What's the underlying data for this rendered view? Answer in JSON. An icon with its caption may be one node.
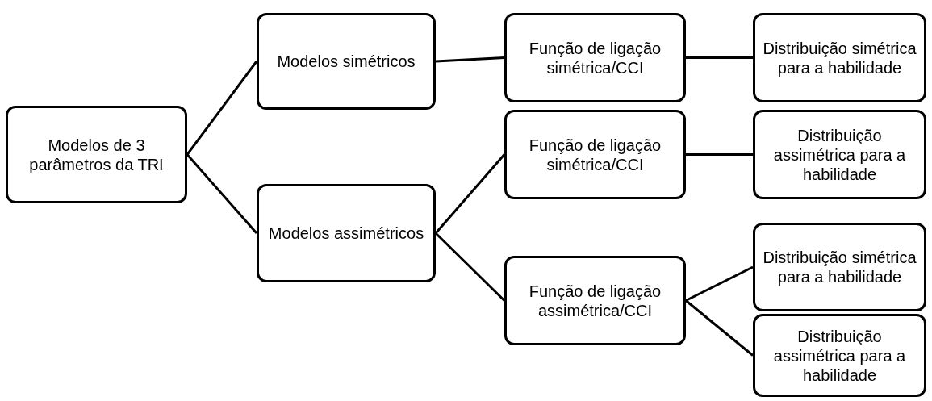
{
  "diagram": {
    "nodes": [
      {
        "text": [
          "Modelos de 3 parâmetros da TRI"
        ]
      },
      {
        "text": [
          "Modelos simétricos"
        ]
      },
      {
        "text": [
          "Modelos assimétricos"
        ]
      },
      {
        "text": [
          "Função de ligação simétrica/CCI"
        ]
      },
      {
        "text": [
          "Distribuição simétrica para a habilidade"
        ]
      },
      {
        "text": [
          "Função de ligação simétrica/CCI"
        ]
      },
      {
        "text": [
          "Distribuição assimétrica para a habilidade"
        ]
      },
      {
        "text": [
          "Função de ligação assimétrica/CCI"
        ]
      },
      {
        "text": [
          "Distribuição simétrica para a habilidade"
        ]
      },
      {
        "text": [
          "Distribuição assimétrica para a habilidade"
        ]
      }
    ],
    "edges": [
      {
        "from": 0,
        "to": 1,
        "arrow": "none"
      },
      {
        "from": 0,
        "to": 2,
        "arrow": "none"
      },
      {
        "from": 1,
        "to": 3,
        "arrow": "none"
      },
      {
        "from": 3,
        "to": 4,
        "arrow": "none"
      },
      {
        "from": 2,
        "to": 5,
        "arrow": "none"
      },
      {
        "from": 2,
        "to": 7,
        "arrow": "none"
      },
      {
        "from": 5,
        "to": 6,
        "arrow": "none"
      },
      {
        "from": 7,
        "to": 8,
        "arrow": "none"
      },
      {
        "from": 7,
        "to": 9,
        "arrow": "none"
      }
    ]
  }
}
